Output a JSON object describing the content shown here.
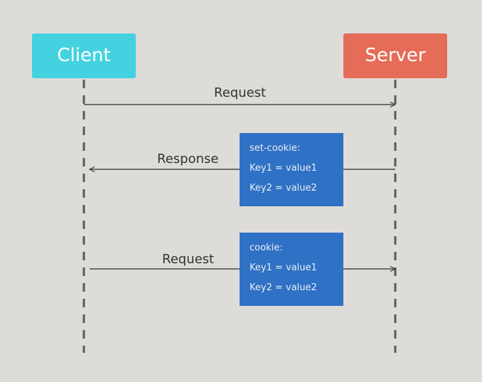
{
  "participants": {
    "client": "Client",
    "server": "Server"
  },
  "messages": [
    {
      "label": "Request",
      "from": "Client",
      "to": "Server"
    },
    {
      "label": "Response",
      "from": "Server",
      "to": "Client"
    },
    {
      "label": "Request",
      "from": "Client",
      "to": "Server"
    }
  ],
  "notes": [
    {
      "lines": [
        "set-cookie:",
        "Key1 = value1",
        "Key2 = value2"
      ]
    },
    {
      "lines": [
        "cookie:",
        "Key1 = value1",
        "Key2 = value2"
      ]
    }
  ],
  "colors": {
    "background": "#dedcd8",
    "client": "#45d2e0",
    "server": "#e56c57",
    "note": "#2f71c4",
    "line": "#4a4a4a",
    "lifeline": "#5a5a5a"
  }
}
